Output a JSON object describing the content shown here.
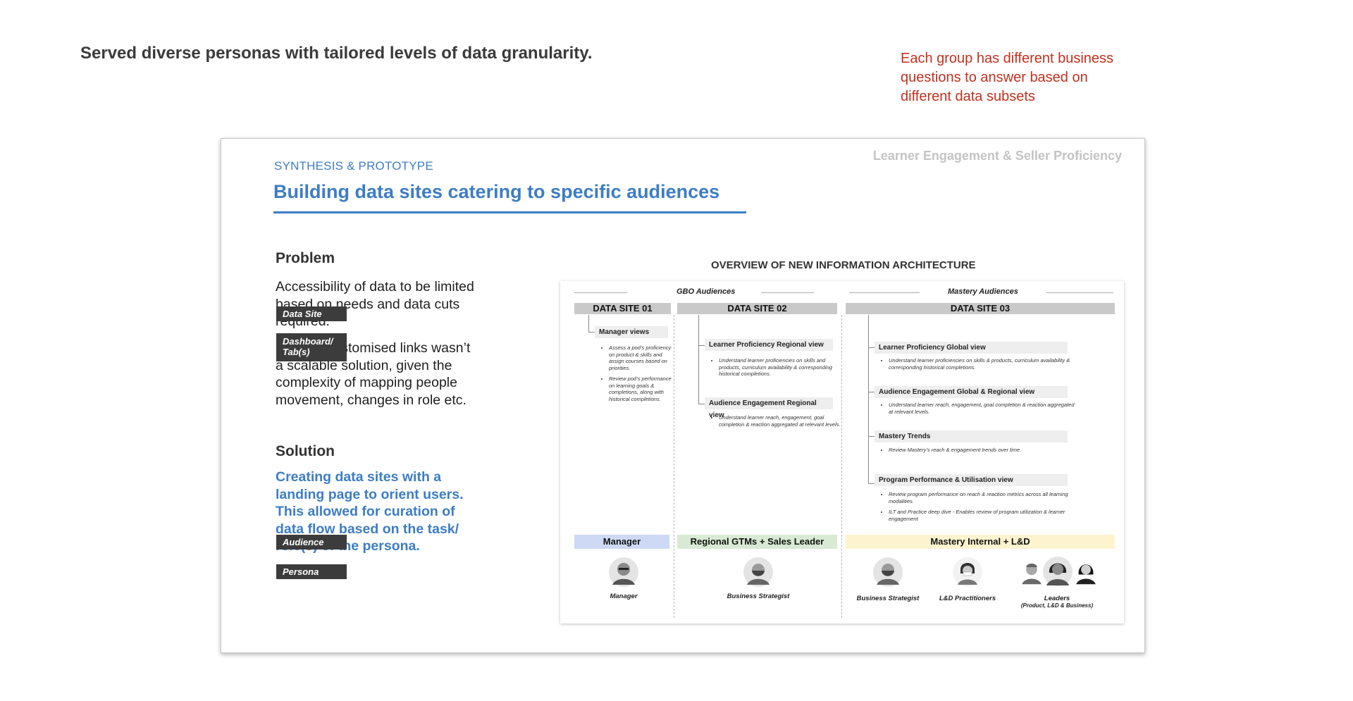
{
  "headline": "Served diverse personas with tailored levels of data granularity.",
  "side_note": "Each group has different business questions to answer based on different data subsets",
  "slide": {
    "kicker": "SYNTHESIS & PROTOTYPE",
    "title": "Building data sites catering to specific audiences",
    "corner_label": "Learner Engagement & Seller Proficiency",
    "problem_heading": "Problem",
    "problem_p1": "Accessibility of data to be limited based on needs and data cuts required.",
    "problem_p2": "Sharing customised links wasn’t a scalable solution, given the complexity of mapping people movement, changes in role etc.",
    "solution_heading": "Solution",
    "solution_text": "Creating data sites with a landing page to orient users. This allowed for curation of data flow based on the task/ role(s) of the persona."
  },
  "architecture": {
    "title": "OVERVIEW OF NEW INFORMATION ARCHITECTURE",
    "row_labels": {
      "data_site": "Data Site",
      "dashboard": "Dashboard/ Tab(s)",
      "audience": "Audience",
      "persona": "Persona"
    },
    "audience_groups": [
      "GBO Audiences",
      "Mastery Audiences"
    ],
    "sites": [
      {
        "name": "DATA SITE 01",
        "views": [
          {
            "title": "Manager views",
            "bullets": [
              "Assess a pod’s proficiency on product & skills and assign courses based on priorities.",
              "Review pod’s performance on learning goals & completions, along with historical completions."
            ]
          }
        ],
        "audience": "Manager",
        "personas": [
          "Manager"
        ]
      },
      {
        "name": "DATA SITE 02",
        "views": [
          {
            "title": "Learner Proficiency Regional view",
            "bullets": [
              "Understand learner proficiencies on skills and products, curriculum availability & corresponding historical completions."
            ]
          },
          {
            "title": "Audience Engagement Regional view",
            "bullets": [
              "Understand  learner reach, engagement, goal completion & reaction aggregated at relevant levels."
            ]
          }
        ],
        "audience": "Regional GTMs + Sales Leader",
        "personas": [
          "Business Strategist"
        ]
      },
      {
        "name": "DATA SITE 03",
        "views": [
          {
            "title": "Learner Proficiency Global view",
            "bullets": [
              "Understand learner proficiencies on skills & products, curriculum availability & corresponding historical completions."
            ]
          },
          {
            "title": "Audience Engagement Global & Regional view",
            "bullets": [
              "Understand  learner reach, engagement, goal completion & reaction aggregated at relevant levels."
            ]
          },
          {
            "title": "Mastery Trends",
            "bullets": [
              "Review Mastery’s reach & engagement trends over time."
            ]
          },
          {
            "title": "Program Performance & Utilisation view",
            "bullets": [
              "Review program performance on reach & reaction metrics across all learning modalities.",
              "ILT and Practice deep dive - Enables review of program utilization &  learner engagement"
            ]
          }
        ],
        "audience": "Mastery Internal + L&D",
        "personas": [
          "Business Strategist",
          "L&D Practitioners",
          "Leaders",
          "(Product, L&D & Business)"
        ]
      }
    ],
    "colors": {
      "manager_audience": "#cdd9f5",
      "regional_audience": "#d8ead3",
      "mastery_audience": "#fdf3cf",
      "accent_blue": "#3d7dc4",
      "note_red": "#c0311f"
    },
    "icons": [
      "person-avatar-icon"
    ]
  }
}
